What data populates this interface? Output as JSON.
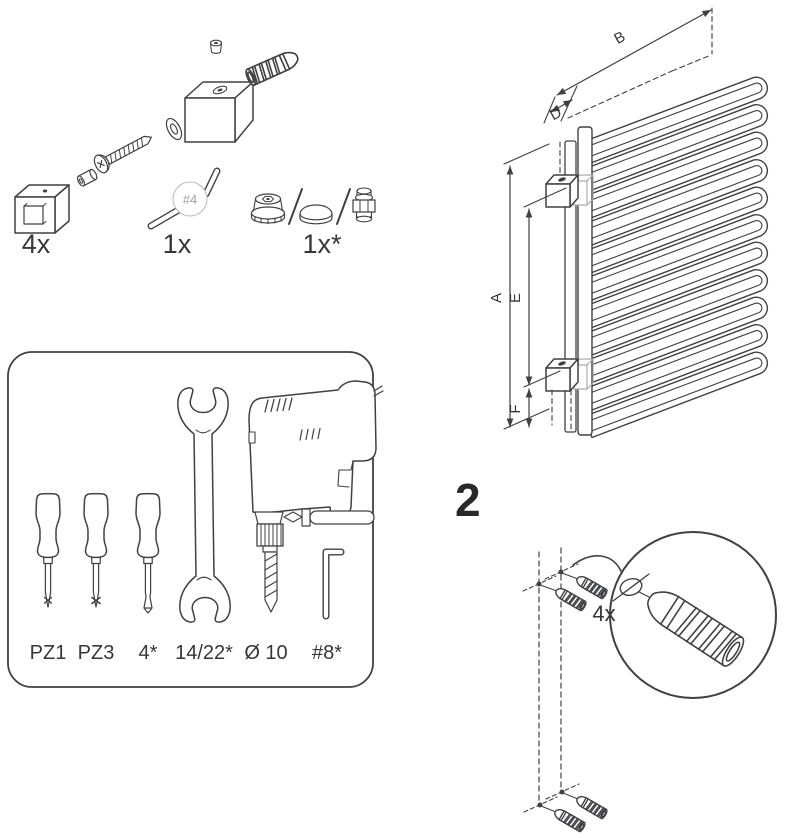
{
  "parts_kit": {
    "bracket_assembly_qty": "4x",
    "allen_key_qty": "1x",
    "allen_key_size": "#4",
    "plugs_qty": "1x*"
  },
  "tools_box": {
    "tools": [
      {
        "name": "screwdriver-pz1",
        "label": "PZ1"
      },
      {
        "name": "screwdriver-pz3",
        "label": "PZ3"
      },
      {
        "name": "screwdriver-flat",
        "label": "4*"
      },
      {
        "name": "open-end-wrench",
        "label": "14/22*"
      },
      {
        "name": "drill-bit-diameter",
        "label": "Ø 10"
      },
      {
        "name": "hex-key",
        "label": "#8*"
      }
    ]
  },
  "radiator_diagram": {
    "dim_width": "B",
    "dim_depth": "D",
    "dim_height": "A",
    "dim_bracket_span": "E",
    "dim_bracket_offset": "F"
  },
  "step2": {
    "number": "2",
    "anchors_qty": "4x"
  },
  "colors": {
    "line": "#3e4145",
    "gray_line": "#a6abb0",
    "text": "#35373c"
  }
}
